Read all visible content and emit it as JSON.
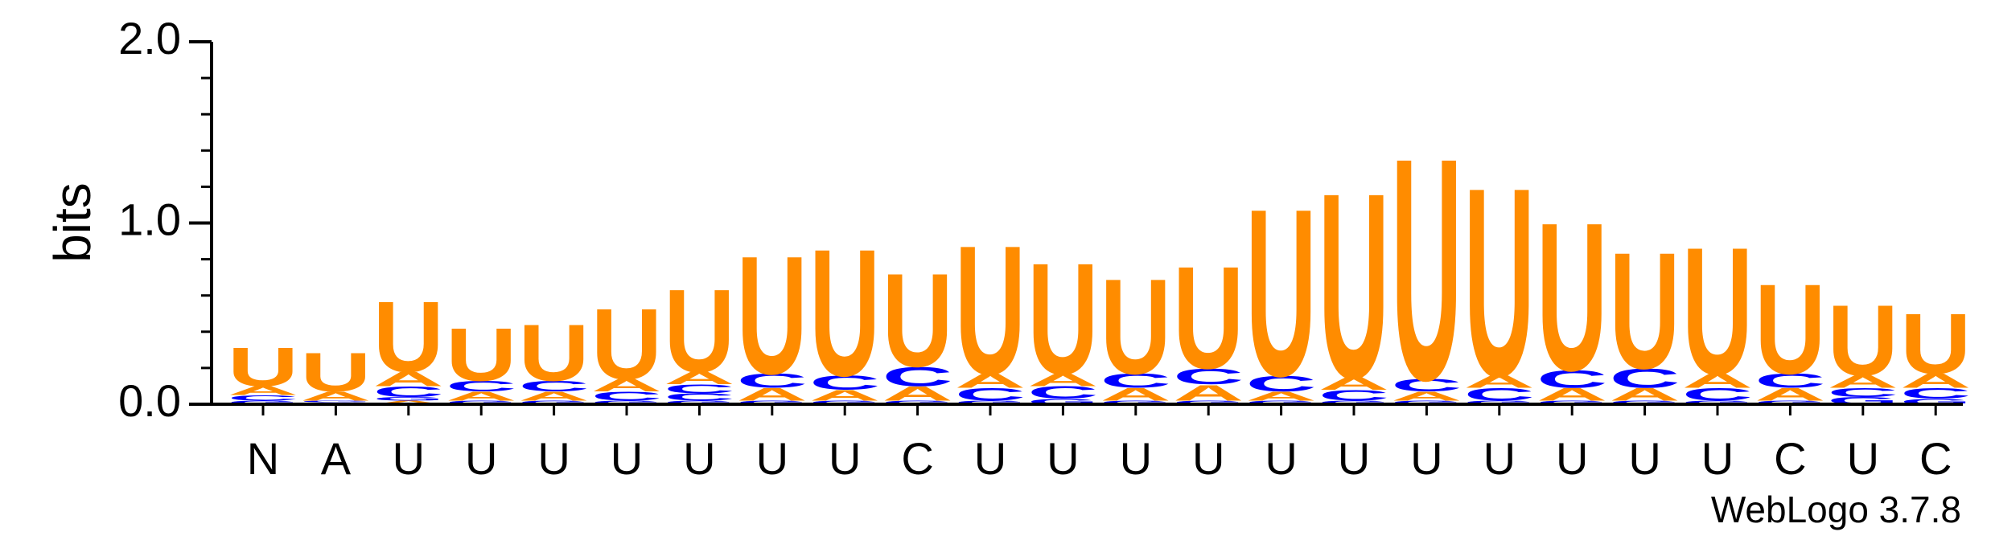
{
  "chart_data": {
    "type": "sequence-logo",
    "ylabel": "bits",
    "ylim": [
      0,
      2.0
    ],
    "yticks": [
      {
        "value": 0,
        "label": "0.0"
      },
      {
        "value": 1,
        "label": "1.0"
      },
      {
        "value": 2,
        "label": "2.0"
      }
    ],
    "x_tick_labels": [
      "N",
      "A",
      "U",
      "U",
      "U",
      "U",
      "U",
      "U",
      "U",
      "C",
      "U",
      "U",
      "U",
      "U",
      "U",
      "U",
      "U",
      "U",
      "U",
      "U",
      "U",
      "C",
      "U",
      "C"
    ],
    "credit": "WebLogo 3.7.8",
    "colors": {
      "U": "#ff8c00",
      "A": "#ff8c00",
      "C": "#0000ff",
      "G": "#0000ff"
    },
    "columns": [
      {
        "stack": [
          {
            "letter": "G",
            "bits": 0.02
          },
          {
            "letter": "C",
            "bits": 0.03
          },
          {
            "letter": "A",
            "bits": 0.05
          },
          {
            "letter": "U",
            "bits": 0.22
          }
        ]
      },
      {
        "stack": [
          {
            "letter": "C",
            "bits": 0.01
          },
          {
            "letter": "G",
            "bits": 0.01
          },
          {
            "letter": "A",
            "bits": 0.05
          },
          {
            "letter": "U",
            "bits": 0.22
          }
        ]
      },
      {
        "stack": [
          {
            "letter": "A",
            "bits": 0.02
          },
          {
            "letter": "G",
            "bits": 0.02
          },
          {
            "letter": "C",
            "bits": 0.06
          },
          {
            "letter": "A",
            "bits": 0.08
          },
          {
            "letter": "U",
            "bits": 0.4
          }
        ]
      },
      {
        "stack": [
          {
            "letter": "G",
            "bits": 0.02
          },
          {
            "letter": "A",
            "bits": 0.05
          },
          {
            "letter": "C",
            "bits": 0.06
          },
          {
            "letter": "U",
            "bits": 0.3
          }
        ]
      },
      {
        "stack": [
          {
            "letter": "G",
            "bits": 0.02
          },
          {
            "letter": "A",
            "bits": 0.05
          },
          {
            "letter": "C",
            "bits": 0.06
          },
          {
            "letter": "U",
            "bits": 0.32
          }
        ]
      },
      {
        "stack": [
          {
            "letter": "G",
            "bits": 0.02
          },
          {
            "letter": "C",
            "bits": 0.05
          },
          {
            "letter": "A",
            "bits": 0.07
          },
          {
            "letter": "U",
            "bits": 0.4
          }
        ]
      },
      {
        "stack": [
          {
            "letter": "G",
            "bits": 0.02
          },
          {
            "letter": "C",
            "bits": 0.04
          },
          {
            "letter": "C",
            "bits": 0.05
          },
          {
            "letter": "A",
            "bits": 0.07
          },
          {
            "letter": "U",
            "bits": 0.47
          }
        ]
      },
      {
        "stack": [
          {
            "letter": "G",
            "bits": 0.02
          },
          {
            "letter": "A",
            "bits": 0.07
          },
          {
            "letter": "C",
            "bits": 0.08
          },
          {
            "letter": "U",
            "bits": 0.67
          }
        ]
      },
      {
        "stack": [
          {
            "letter": "G",
            "bits": 0.02
          },
          {
            "letter": "A",
            "bits": 0.06
          },
          {
            "letter": "C",
            "bits": 0.08
          },
          {
            "letter": "U",
            "bits": 0.72
          }
        ]
      },
      {
        "stack": [
          {
            "letter": "G",
            "bits": 0.02
          },
          {
            "letter": "A",
            "bits": 0.08
          },
          {
            "letter": "C",
            "bits": 0.11
          },
          {
            "letter": "U",
            "bits": 0.53
          }
        ]
      },
      {
        "stack": [
          {
            "letter": "G",
            "bits": 0.02
          },
          {
            "letter": "C",
            "bits": 0.07
          },
          {
            "letter": "A",
            "bits": 0.08
          },
          {
            "letter": "U",
            "bits": 0.73
          }
        ]
      },
      {
        "stack": [
          {
            "letter": "G",
            "bits": 0.03
          },
          {
            "letter": "C",
            "bits": 0.07
          },
          {
            "letter": "A",
            "bits": 0.07
          },
          {
            "letter": "U",
            "bits": 0.63
          }
        ]
      },
      {
        "stack": [
          {
            "letter": "G",
            "bits": 0.02
          },
          {
            "letter": "A",
            "bits": 0.07
          },
          {
            "letter": "C",
            "bits": 0.08
          },
          {
            "letter": "U",
            "bits": 0.54
          }
        ]
      },
      {
        "stack": [
          {
            "letter": "G",
            "bits": 0.02
          },
          {
            "letter": "A",
            "bits": 0.09
          },
          {
            "letter": "C",
            "bits": 0.09
          },
          {
            "letter": "U",
            "bits": 0.58
          }
        ]
      },
      {
        "stack": [
          {
            "letter": "G",
            "bits": 0.02
          },
          {
            "letter": "A",
            "bits": 0.05
          },
          {
            "letter": "C",
            "bits": 0.09
          },
          {
            "letter": "U",
            "bits": 0.95
          }
        ]
      },
      {
        "stack": [
          {
            "letter": "G",
            "bits": 0.02
          },
          {
            "letter": "C",
            "bits": 0.06
          },
          {
            "letter": "A",
            "bits": 0.07
          },
          {
            "letter": "U",
            "bits": 1.05
          }
        ]
      },
      {
        "stack": [
          {
            "letter": "G",
            "bits": 0.02
          },
          {
            "letter": "A",
            "bits": 0.05
          },
          {
            "letter": "C",
            "bits": 0.07
          },
          {
            "letter": "U",
            "bits": 1.26
          }
        ]
      },
      {
        "stack": [
          {
            "letter": "G",
            "bits": 0.02
          },
          {
            "letter": "C",
            "bits": 0.07
          },
          {
            "letter": "A",
            "bits": 0.07
          },
          {
            "letter": "U",
            "bits": 1.07
          }
        ]
      },
      {
        "stack": [
          {
            "letter": "G",
            "bits": 0.02
          },
          {
            "letter": "A",
            "bits": 0.07
          },
          {
            "letter": "C",
            "bits": 0.1
          },
          {
            "letter": "U",
            "bits": 0.84
          }
        ]
      },
      {
        "stack": [
          {
            "letter": "G",
            "bits": 0.02
          },
          {
            "letter": "A",
            "bits": 0.07
          },
          {
            "letter": "C",
            "bits": 0.11
          },
          {
            "letter": "U",
            "bits": 0.66
          }
        ]
      },
      {
        "stack": [
          {
            "letter": "G",
            "bits": 0.02
          },
          {
            "letter": "C",
            "bits": 0.07
          },
          {
            "letter": "A",
            "bits": 0.08
          },
          {
            "letter": "U",
            "bits": 0.72
          }
        ]
      },
      {
        "stack": [
          {
            "letter": "G",
            "bits": 0.02
          },
          {
            "letter": "A",
            "bits": 0.07
          },
          {
            "letter": "C",
            "bits": 0.08
          },
          {
            "letter": "U",
            "bits": 0.51
          }
        ]
      },
      {
        "stack": [
          {
            "letter": "G",
            "bits": 0.04
          },
          {
            "letter": "C",
            "bits": 0.05
          },
          {
            "letter": "A",
            "bits": 0.07
          },
          {
            "letter": "U",
            "bits": 0.4
          }
        ]
      },
      {
        "stack": [
          {
            "letter": "G",
            "bits": 0.03
          },
          {
            "letter": "C",
            "bits": 0.06
          },
          {
            "letter": "A",
            "bits": 0.08
          },
          {
            "letter": "U",
            "bits": 0.34
          }
        ]
      }
    ]
  }
}
